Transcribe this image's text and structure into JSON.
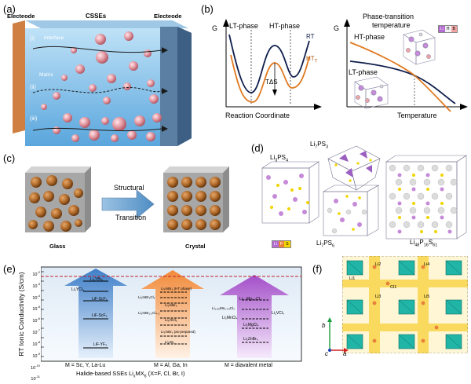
{
  "panel_a": {
    "letter": "(a)",
    "left_label": "Electeode",
    "center_label": "CSSEs",
    "right_label": "Electeode",
    "interface": "Interface",
    "matrix": "Matrix",
    "path_i": "(i)",
    "path_ii": "(ii)",
    "path_iii": "(iii)"
  },
  "panel_b": {
    "letter": "(b)",
    "g1": "G",
    "lt_phase": "LT-phase",
    "ht_phase": "HT-phase",
    "rt": "RT",
    "ht_t_main": "HT",
    "ht_t_sub": "T",
    "tds": "TΔS",
    "xlabel1": "Reaction Coordinate",
    "g2": "G",
    "title2_line1": "Phase-transition",
    "title2_line2": "temperature",
    "ht_phase2": "HT-phase",
    "lt_phase2": "LT-phase",
    "xlabel2": "Temperature",
    "legend": [
      "Li",
      "H",
      "B"
    ]
  },
  "panel_c": {
    "letter": "(c)",
    "arrow_top": "Structural",
    "arrow_bottom": "Transition",
    "glass": "Glass",
    "crystal": "Crystal"
  },
  "panel_d": {
    "letter": "(d)",
    "li3ps4": [
      "Li",
      "3",
      "PS",
      "4"
    ],
    "li7ps3": [
      "Li",
      "7",
      "PS",
      "3"
    ],
    "li7ps6": [
      "Li",
      "7",
      "PS",
      "6"
    ],
    "li48": [
      "Li",
      "48",
      "P",
      "16",
      "S",
      "61"
    ],
    "legend": [
      "Li",
      "P",
      "S"
    ]
  },
  "panel_e": {
    "letter": "(e)",
    "ylabel": "RT Ionic Conductivity (S/cm)",
    "y_ticks": [
      "10",
      "10",
      "10",
      "10",
      "10",
      "10",
      "10",
      "10",
      "10",
      "10"
    ],
    "y_exps": [
      "-2",
      "-3",
      "-4",
      "-5",
      "-6",
      "-7",
      "-8",
      "-9",
      "-10",
      "-11"
    ],
    "group1_labels": [
      "Li₃YBr₆",
      "Li₃YCl₆",
      "LiF-ScF₃",
      "LiF-ScF₃",
      "LiF-YF₃"
    ],
    "group2_labels": [
      "Li₃InBr₆ (HT phase)",
      "Li₃InBr₃Cl₃",
      "Li₃InBr₆",
      "Li₃InBr₁.₅Cl₄.₅",
      "Li₃AlCl₆",
      "Li₃InBr₆ (as-prepared)",
      "Li₃InI₆"
    ],
    "group3_labels": [
      "Li₂.₁Mg₀.₉Cl₄",
      "Li₁.₈₅Mn₁.₀₄Cl₄",
      "Li₂MnCl₄",
      "Li₂VCl₄",
      "Li₂MgCl₄",
      "Li₂ZnBr₄"
    ],
    "x_cats": [
      "M = Sc, Y, La-Lu",
      "M = Al, Ga, In",
      "M = diavalent metal"
    ],
    "xlabel": "Halide-based SSEs Li",
    "xlabel_sub1": "x",
    "xlabel_mid": "MX",
    "xlabel_sub2": "6",
    "xlabel_tail": " (X=F, Cl, Br, I)"
  },
  "panel_f": {
    "letter": "(f)",
    "axis_b": "b",
    "axis_a": "a",
    "axis_c": "c",
    "site_li1": "Li1",
    "site_li2": "Li2",
    "site_li3": "Li3",
    "site_li4": "Li4",
    "site_li5": "Li5",
    "site_cl1": "Cl1"
  }
}
